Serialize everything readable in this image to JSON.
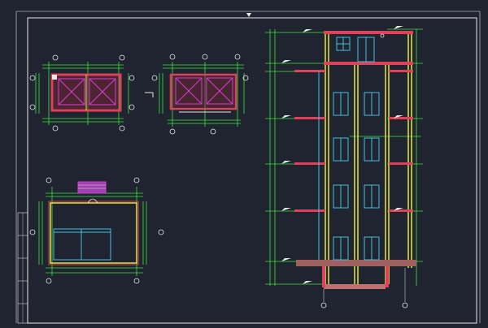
{
  "colors": {
    "background": "#1f2430",
    "frame": "#e8e8e8",
    "dimension": "#39e639",
    "wall": "#e0405a",
    "wall_fill": "#b03040",
    "column": "#e6e640",
    "window": "#40c0e0",
    "elevator": "#d040d0",
    "slab": "#c07070",
    "axis_text": "#e8e8e8"
  },
  "icons": {
    "axis_marker": "circle-icon",
    "elevator_cross": "x-cross-icon",
    "roof_vent": "louver-icon"
  },
  "drawing": {
    "views": [
      "plan-top-left",
      "plan-top-middle",
      "plan-bottom-left",
      "section-elevation-right"
    ]
  }
}
